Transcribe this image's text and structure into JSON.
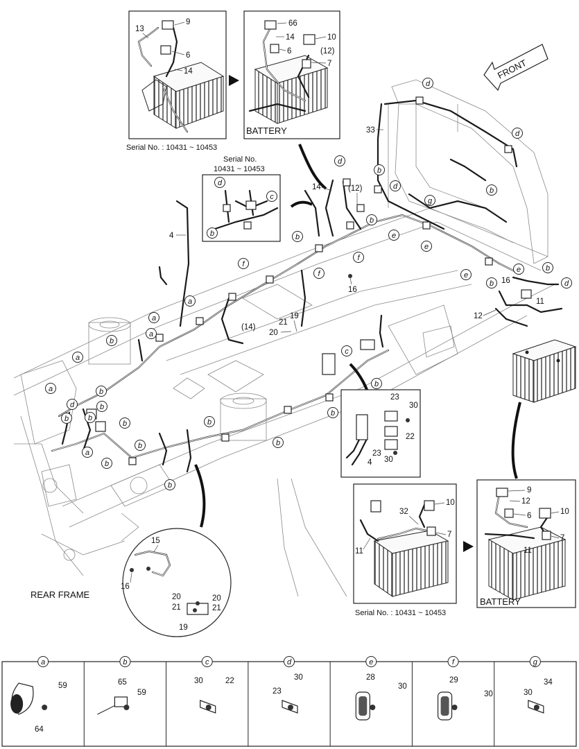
{
  "inset_top_left": {
    "labels": [
      "13",
      "9",
      "6",
      "14"
    ],
    "caption": "Serial No. : 10431 ~ 10453"
  },
  "inset_top_right": {
    "labels": [
      "66",
      "14",
      "10",
      "6",
      "(12)",
      "7"
    ],
    "caption": "BATTERY"
  },
  "inset_mid": {
    "caption_line1": "Serial No.",
    "caption_line2": "10431 ~ 10453",
    "letters": [
      "d",
      "c",
      "b"
    ]
  },
  "front_label": "FRONT",
  "main_labels": {
    "n33": "33",
    "n14": "14",
    "n12": "(12)",
    "n4": "4",
    "n16a": "16",
    "n16b": "16",
    "n11": "11",
    "n12b": "12",
    "n14b": "(14)",
    "n21": "21",
    "n19": "19",
    "n20": "20"
  },
  "connector_inset": {
    "labels": [
      "23",
      "30",
      "22",
      "23",
      "30",
      "4"
    ]
  },
  "rear_frame_label": "REAR FRAME",
  "circle_inset": {
    "labels": [
      "15",
      "16",
      "20",
      "20",
      "21",
      "21",
      "19"
    ]
  },
  "inset_bottom_mid": {
    "labels": [
      "10",
      "32",
      "7",
      "11"
    ],
    "caption": "Serial No. : 10431 ~ 10453"
  },
  "inset_bottom_right": {
    "labels": [
      "9",
      "12",
      "6",
      "10",
      "11",
      "7"
    ],
    "caption": "BATTERY"
  },
  "legend": [
    {
      "letter": "a",
      "parts": [
        "59",
        "64"
      ]
    },
    {
      "letter": "b",
      "parts": [
        "65",
        "59"
      ]
    },
    {
      "letter": "c",
      "parts": [
        "30",
        "22"
      ]
    },
    {
      "letter": "d",
      "parts": [
        "30",
        "23"
      ]
    },
    {
      "letter": "e",
      "parts": [
        "28",
        "30"
      ]
    },
    {
      "letter": "f",
      "parts": [
        "29",
        "30"
      ]
    },
    {
      "letter": "g",
      "parts": [
        "34",
        "30"
      ]
    }
  ]
}
